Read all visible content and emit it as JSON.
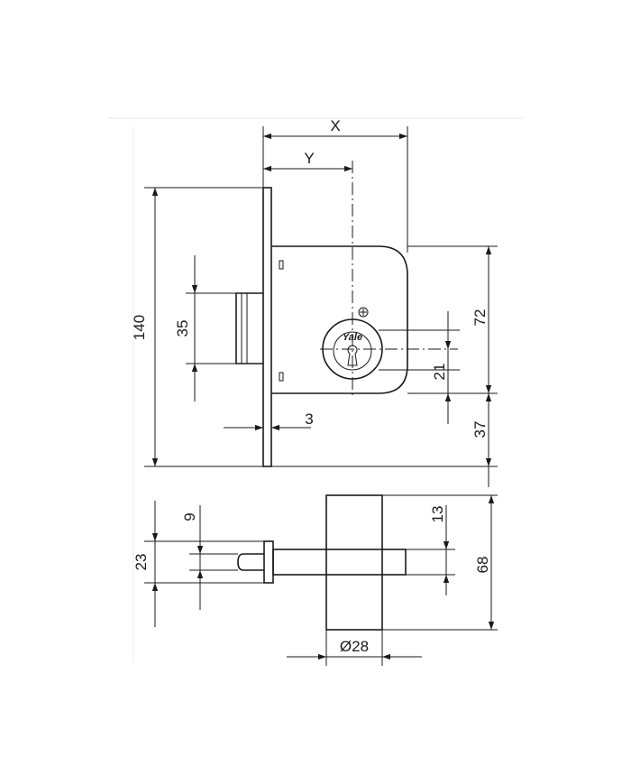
{
  "diagram": {
    "product_logo": "Yale",
    "colors": {
      "line": "#1a1a1a",
      "background": "#ffffff",
      "frame": "#e6e6e6"
    },
    "dimensions": {
      "x_label": "X",
      "y_label": "Y",
      "height_overall": "140",
      "latch_height": "35",
      "faceplate_thickness": "3",
      "top_to_cylinder": "72",
      "cylinder_diameter": "21",
      "cylinder_to_bottom": "37",
      "bolt_offset": "9",
      "bolt_width": "23",
      "bolt_thickness": "13",
      "body_depth": "68",
      "cylinder_bore": "Ø28"
    }
  }
}
